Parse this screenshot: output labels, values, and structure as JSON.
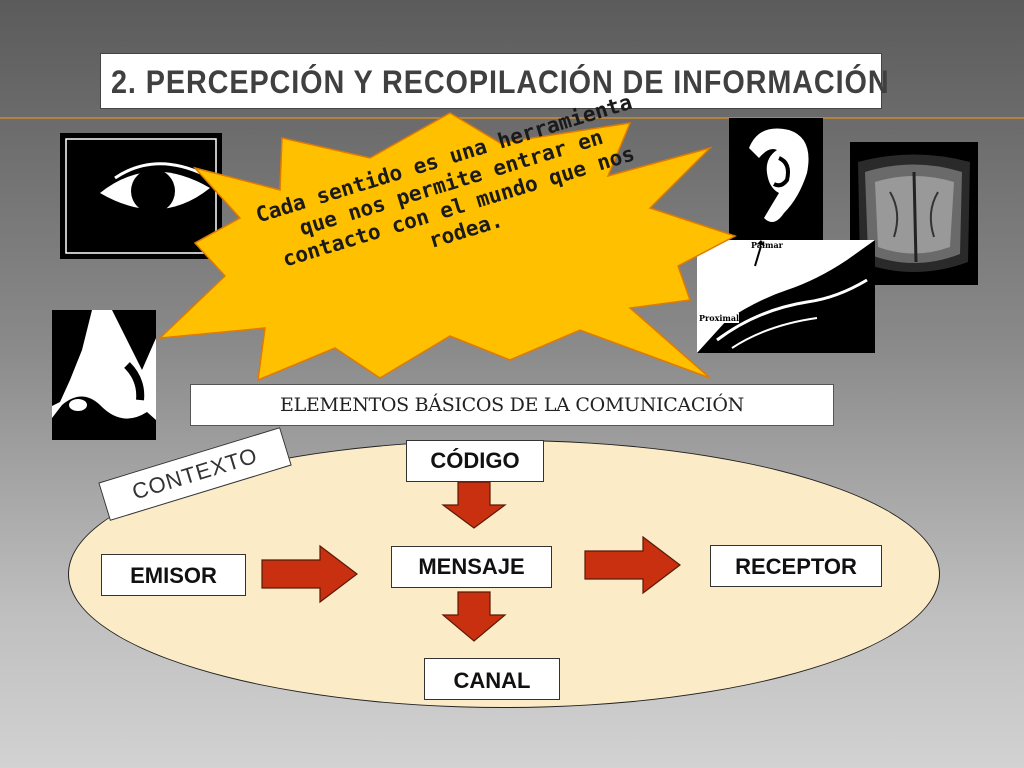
{
  "slide": {
    "title": "2. PERCEPCIÓN Y RECOPILACIÓN DE INFORMACIÓN",
    "burst_text": "Cada sentido es una herramienta que nos permite entrar en contacto con el mundo que nos rodea.",
    "photo_labels": {
      "palmar": "Palmar",
      "proximal": "Proximal"
    },
    "elements_title": "ELEMENTOS BÁSICOS DE LA COMUNICACIÓN"
  },
  "diagram": {
    "context": "CONTEXTO",
    "nodes": {
      "codigo": "CÓDIGO",
      "emisor": "EMISOR",
      "mensaje": "MENSAJE",
      "receptor": "RECEPTOR",
      "canal": "CANAL"
    }
  },
  "colors": {
    "burst": "#ffc000",
    "arrow": "#c9300f",
    "ellipse": "#fbebc6"
  }
}
